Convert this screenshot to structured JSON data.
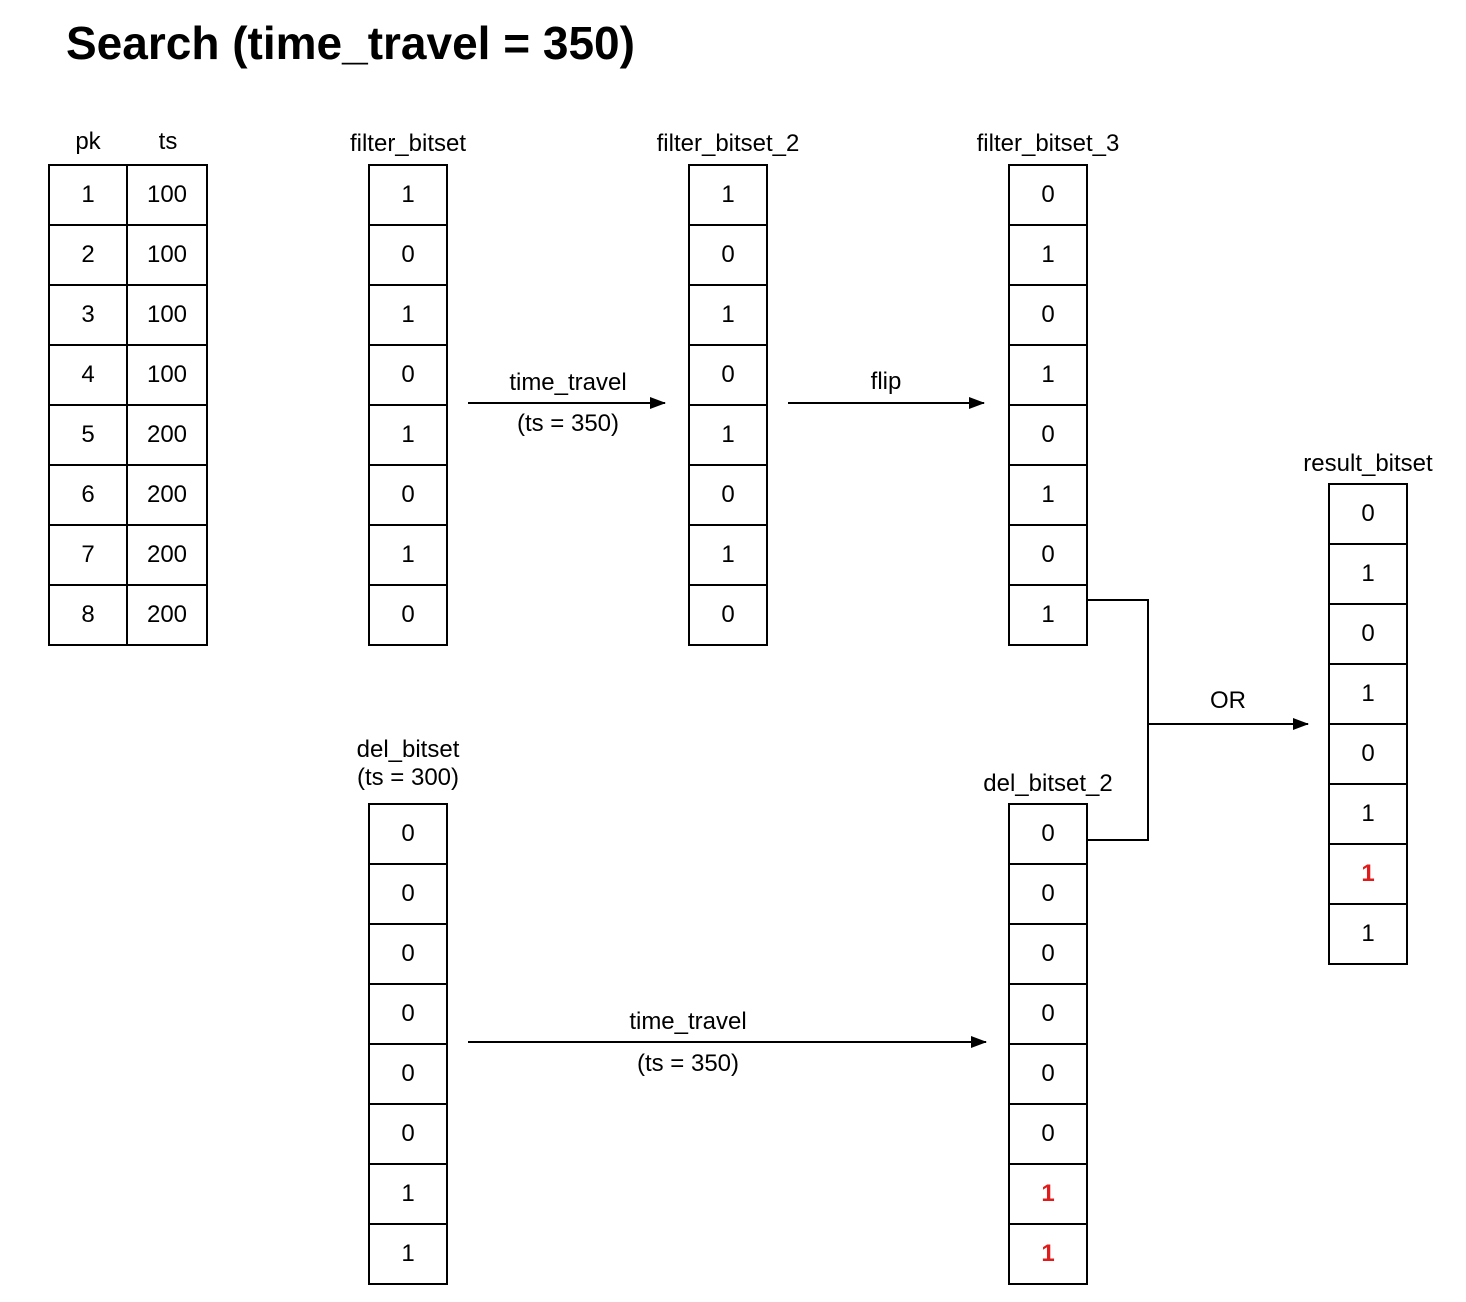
{
  "title": "Search (time_travel = 350)",
  "colors": {
    "stroke": "#000000",
    "text": "#000000",
    "highlight_red": "#e01b1b",
    "background": "#ffffff"
  },
  "pk_table": {
    "col_headers": [
      "pk",
      "ts"
    ],
    "rows": [
      {
        "pk": "1",
        "ts": "100"
      },
      {
        "pk": "2",
        "ts": "100"
      },
      {
        "pk": "3",
        "ts": "100"
      },
      {
        "pk": "4",
        "ts": "100"
      },
      {
        "pk": "5",
        "ts": "200"
      },
      {
        "pk": "6",
        "ts": "200"
      },
      {
        "pk": "7",
        "ts": "200"
      },
      {
        "pk": "8",
        "ts": "200"
      }
    ]
  },
  "bitsets": {
    "filter_bitset": {
      "label": "filter_bitset",
      "values": [
        "1",
        "0",
        "1",
        "0",
        "1",
        "0",
        "1",
        "0"
      ],
      "highlighted_indices": []
    },
    "filter_bitset_2": {
      "label": "filter_bitset_2",
      "values": [
        "1",
        "0",
        "1",
        "0",
        "1",
        "0",
        "1",
        "0"
      ],
      "highlighted_indices": []
    },
    "filter_bitset_3": {
      "label": "filter_bitset_3",
      "values": [
        "0",
        "1",
        "0",
        "1",
        "0",
        "1",
        "0",
        "1"
      ],
      "highlighted_indices": []
    },
    "del_bitset": {
      "label": "del_bitset",
      "sublabel": "(ts = 300)",
      "values": [
        "0",
        "0",
        "0",
        "0",
        "0",
        "0",
        "1",
        "1"
      ],
      "highlighted_indices": []
    },
    "del_bitset_2": {
      "label": "del_bitset_2",
      "values": [
        "0",
        "0",
        "0",
        "0",
        "0",
        "0",
        "1",
        "1"
      ],
      "highlighted_indices": [
        6,
        7
      ]
    },
    "result_bitset": {
      "label": "result_bitset",
      "values": [
        "0",
        "1",
        "0",
        "1",
        "0",
        "1",
        "1",
        "1"
      ],
      "highlighted_indices": [
        6
      ]
    }
  },
  "arrows": {
    "filter_time_travel": {
      "label": "time_travel",
      "sublabel": "(ts = 350)"
    },
    "flip": {
      "label": "flip"
    },
    "del_time_travel": {
      "label": "time_travel",
      "sublabel": "(ts = 350)"
    },
    "or_merge": {
      "label": "OR"
    }
  }
}
